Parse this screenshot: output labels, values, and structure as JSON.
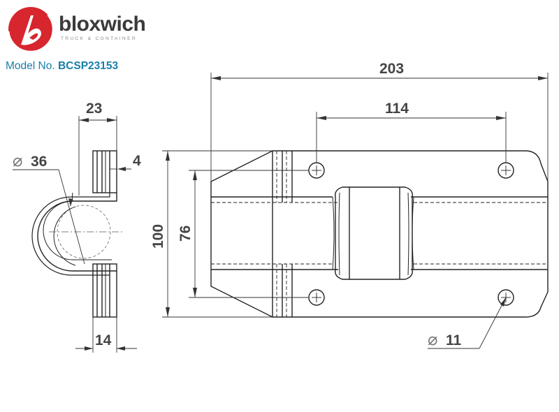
{
  "brand": {
    "name": "bloxwich",
    "tagline": "TRUCK & CONTAINER",
    "logo_letter": "b",
    "logo_color": "#d7262e"
  },
  "model": {
    "label": "Model No.",
    "number": "BCSP23153",
    "color": "#1a7fa8"
  },
  "dimensions": {
    "overall_length": "203",
    "hole_spacing_length": "114",
    "overall_height": "100",
    "hole_spacing_height": "76",
    "flange_width": "23",
    "thickness": "4",
    "tube_diameter": "36",
    "diameter_symbol": "⌀",
    "base_width": "14",
    "hole_diameter": "11"
  }
}
